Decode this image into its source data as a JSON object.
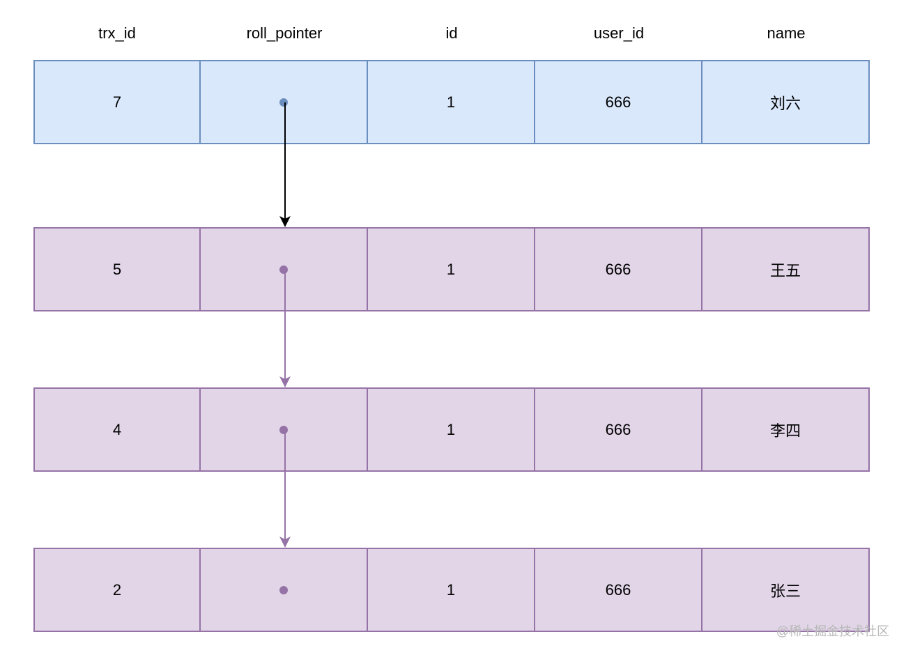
{
  "columns": [
    "trx_id",
    "roll_pointer",
    "id",
    "user_id",
    "name"
  ],
  "rows": [
    {
      "trx_id": "7",
      "id": "1",
      "user_id": "666",
      "name": "刘六",
      "style": "blue"
    },
    {
      "trx_id": "5",
      "id": "1",
      "user_id": "666",
      "name": "王五",
      "style": "purple"
    },
    {
      "trx_id": "4",
      "id": "1",
      "user_id": "666",
      "name": "李四",
      "style": "purple"
    },
    {
      "trx_id": "2",
      "id": "1",
      "user_id": "666",
      "name": "张三",
      "style": "purple"
    }
  ],
  "colors": {
    "blue_fill": "#dae8fc",
    "blue_stroke": "#6c8ebf",
    "purple_fill": "#e1d5e7",
    "purple_stroke": "#9673a6",
    "arrow_black": "#000000",
    "arrow_purple": "#9673a6"
  },
  "watermark": "@稀土掘金技术社区"
}
